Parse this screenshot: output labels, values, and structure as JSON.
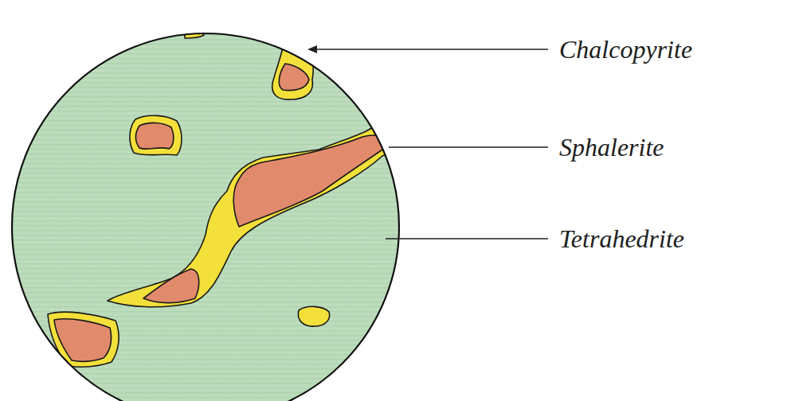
{
  "diagram": {
    "labels": [
      "Chalcopyrite",
      "Sphalerite",
      "Tetrahedrite"
    ]
  }
}
